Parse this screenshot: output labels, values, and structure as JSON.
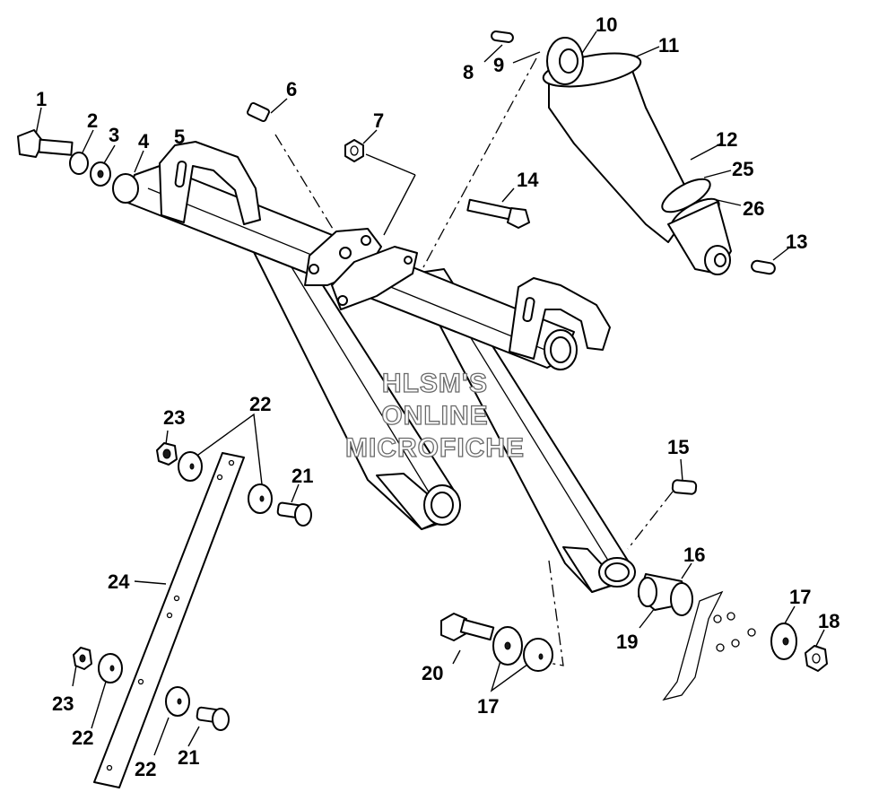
{
  "watermark": {
    "line1": "HLSM'S",
    "line2": "ONLINE",
    "line3": "MICROFICHE"
  },
  "callouts": {
    "c1": "1",
    "c2a": "2",
    "c3": "3",
    "c4": "4",
    "c5": "5",
    "c6": "6",
    "c7": "7",
    "c8": "8",
    "c9": "9",
    "c10": "10",
    "c11": "11",
    "c12": "12",
    "c25": "25",
    "c26": "26",
    "c13": "13",
    "c14": "14",
    "c15": "15",
    "c16": "16",
    "c17a": "17",
    "c18": "18",
    "c19": "19",
    "c20": "20",
    "c17b": "17",
    "c21a": "21",
    "c21b": "21",
    "c22a": "22",
    "c22b": "22",
    "c22c": "22",
    "c23a": "23",
    "c23b": "23",
    "c24": "24"
  }
}
